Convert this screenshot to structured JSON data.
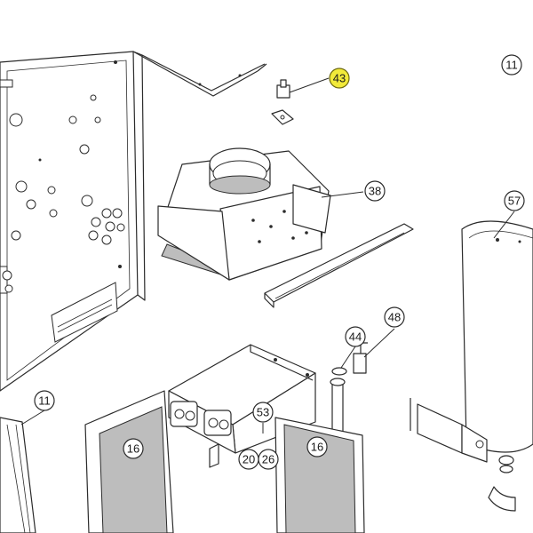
{
  "callouts": [
    {
      "id": "c43",
      "label": "43",
      "highlight": true
    },
    {
      "id": "c11a",
      "label": "11"
    },
    {
      "id": "c38",
      "label": "38"
    },
    {
      "id": "c57",
      "label": "57"
    },
    {
      "id": "c44",
      "label": "44"
    },
    {
      "id": "c48",
      "label": "48"
    },
    {
      "id": "c11b",
      "label": "11"
    },
    {
      "id": "c53",
      "label": "53"
    },
    {
      "id": "c16a",
      "label": "16"
    },
    {
      "id": "c16b",
      "label": "16"
    },
    {
      "id": "c20",
      "label": "20"
    },
    {
      "id": "c26",
      "label": "26"
    }
  ],
  "colors": {
    "highlight": "#f2ea3a",
    "line": "#2b2b2b",
    "insulation": "#bdbdbd"
  }
}
